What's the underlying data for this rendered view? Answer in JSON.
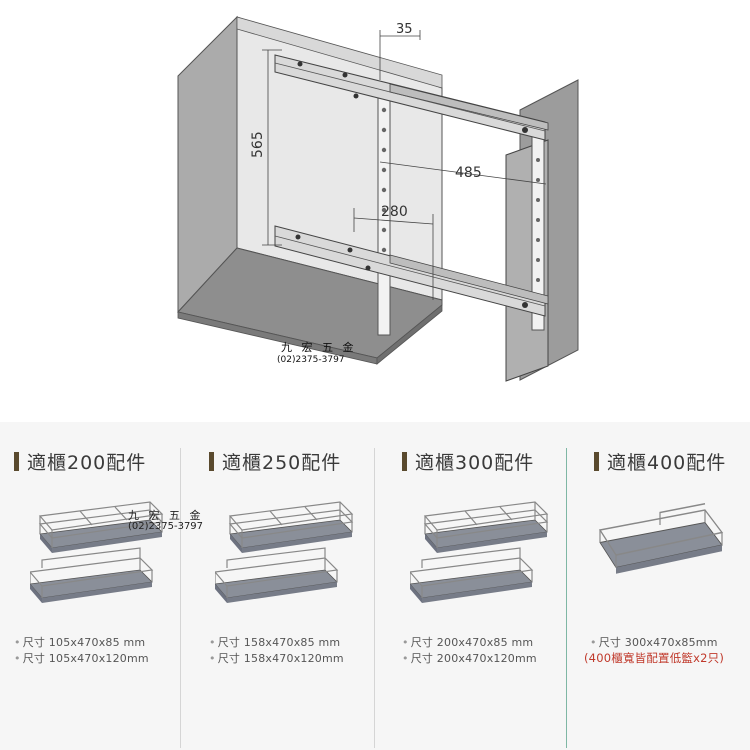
{
  "diagram": {
    "dimensions": {
      "depth_slide": "35",
      "height": "565",
      "width_outer": "485",
      "width_inner": "280"
    },
    "watermark": {
      "company": "九 宏 五 金",
      "phone": "(02)2375-3797"
    }
  },
  "products": [
    {
      "title": "適櫃200配件",
      "specs": [
        "尺寸 105x470x85  mm",
        "尺寸 105x470x120mm"
      ]
    },
    {
      "title": "適櫃250配件",
      "specs": [
        "尺寸 158x470x85  mm",
        "尺寸 158x470x120mm"
      ]
    },
    {
      "title": "適櫃300配件",
      "specs": [
        "尺寸 200x470x85  mm",
        "尺寸 200x470x120mm"
      ]
    },
    {
      "title": "適櫃400配件",
      "specs": [
        "尺寸  300x470x85mm"
      ],
      "note": "(400櫃寬皆配置低籃x2只)"
    }
  ],
  "colors": {
    "cabinet_wall": "#ababab",
    "cabinet_floor": "#8e8e8e",
    "basket_base": "#8a8f99",
    "title_bar": "#5a4a2e",
    "note_red": "#c0392b",
    "divider_green": "#7fb7a4"
  }
}
